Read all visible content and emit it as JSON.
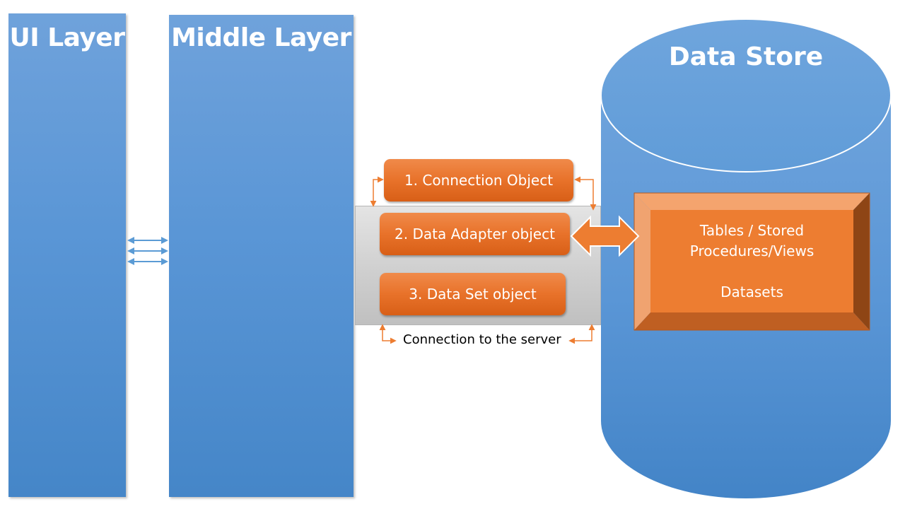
{
  "layers": {
    "ui": "UI Layer",
    "middle": "Middle Layer",
    "store": "Data Store"
  },
  "objects": {
    "connection": "1. Connection Object",
    "adapter": "2. Data Adapter object",
    "dataset": "3. Data Set object"
  },
  "caption": "Connection to the server",
  "store_box": {
    "line1": "Tables / Stored",
    "line2": "Procedures/Views",
    "line3": "Datasets"
  },
  "colors": {
    "blue": "#5b9bd5",
    "orange": "#ed7d31",
    "gray": "#cfcfcf"
  }
}
